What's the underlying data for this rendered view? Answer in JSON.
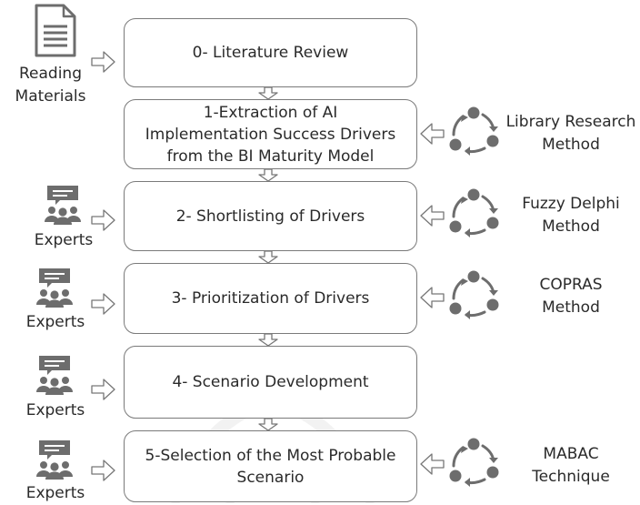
{
  "steps": [
    {
      "label": "0- Literature Review"
    },
    {
      "label": "1-Extraction of AI\nImplementation Success Drivers\nfrom the BI Maturity Model"
    },
    {
      "label": "2- Shortlisting of Drivers"
    },
    {
      "label": "3- Prioritization of Drivers"
    },
    {
      "label": "4- Scenario Development"
    },
    {
      "label": "5-Selection of the Most Probable\nScenario"
    }
  ],
  "inputs": {
    "reading_materials": "Reading\nMaterials",
    "experts": "Experts"
  },
  "methods": [
    {
      "label": "Library Research\nMethod"
    },
    {
      "label": "Fuzzy Delphi\nMethod"
    },
    {
      "label": "COPRAS\nMethod"
    },
    {
      "label": "MABAC\nTechnique"
    }
  ],
  "icons": {
    "input_document": "document-icon",
    "input_experts": "experts-icon",
    "method_cycle": "cycle-icon",
    "flow_arrow": "hollow-arrow-icon"
  },
  "colors": {
    "box_border": "#7a7a7a",
    "icon_gray": "#6d6d6d",
    "arrow_stroke": "#777777"
  }
}
